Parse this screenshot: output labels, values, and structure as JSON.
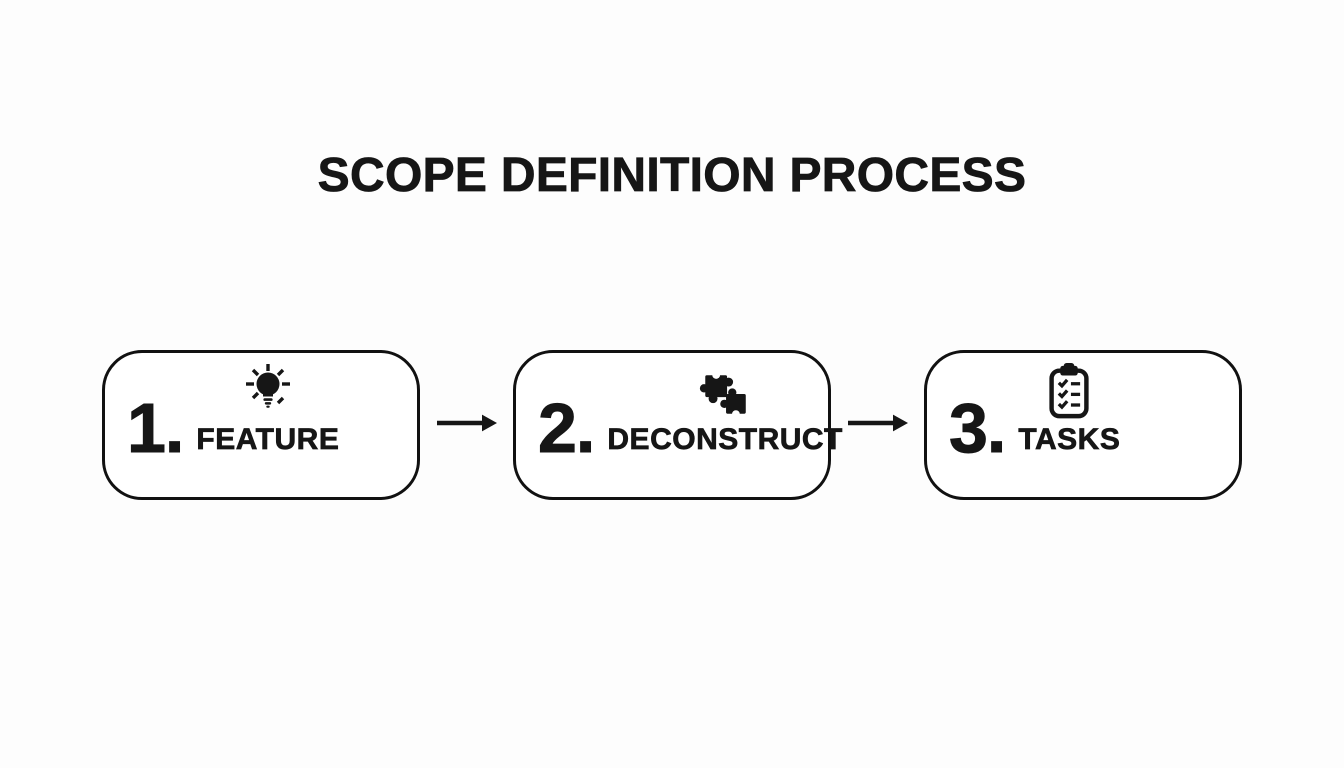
{
  "title": "SCOPE DEFINITION PROCESS",
  "colors": {
    "background": "#fdfdfd",
    "ink": "#161616",
    "box_border": "#111111",
    "box_fill": "#ffffff"
  },
  "steps": [
    {
      "number": "1.",
      "label": "FEATURE",
      "icon": "lightbulb-idea-icon"
    },
    {
      "number": "2.",
      "label": "DECONSTRUCT",
      "icon": "puzzle-pieces-icon"
    },
    {
      "number": "3.",
      "label": "TASKS",
      "icon": "clipboard-checklist-icon"
    }
  ],
  "connectors": [
    {
      "type": "arrow-right"
    },
    {
      "type": "arrow-right"
    }
  ]
}
